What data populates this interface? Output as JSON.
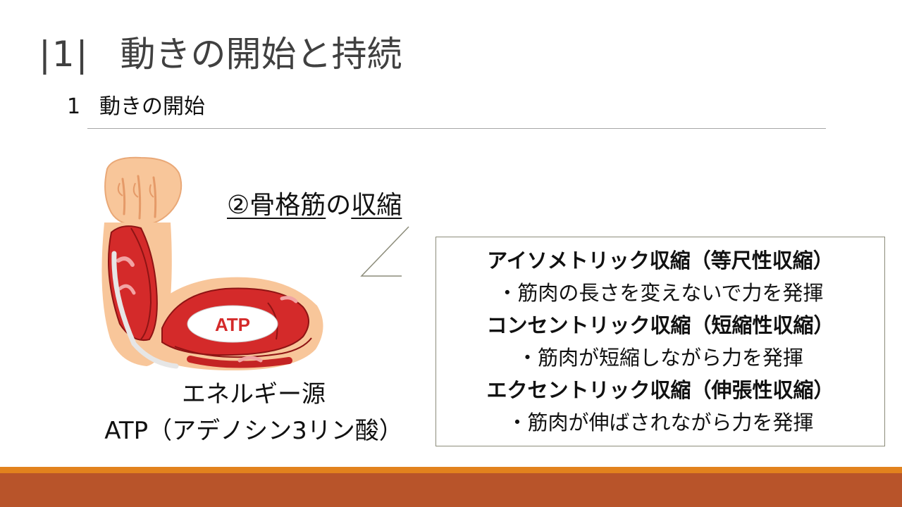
{
  "title": {
    "number": "|1|",
    "text": "動きの開始と持続"
  },
  "subtitle": {
    "number": "1",
    "text": "動きの開始"
  },
  "heading": {
    "part1": "②骨格筋",
    "part2": "の",
    "part3": "収縮"
  },
  "arm_badge": "ATP",
  "energy": {
    "line1": "エネルギー源",
    "line2": "ATP（アデノシン3リン酸）"
  },
  "box": {
    "lines": [
      "アイソメトリック収縮（等尺性収縮）",
      "・筋肉の長さを変えないで力を発揮",
      "コンセントリック収縮（短縮性収縮）",
      "・筋肉が短縮しながら力を発揮",
      "エクセントリック収縮（伸張性収縮）",
      "・筋肉が伸ばされながら力を発揮"
    ]
  },
  "colors": {
    "band_light": "#e2821d",
    "band_dark": "#b8542a",
    "muscle": "#d42a2a",
    "skin": "#f8c69a"
  }
}
